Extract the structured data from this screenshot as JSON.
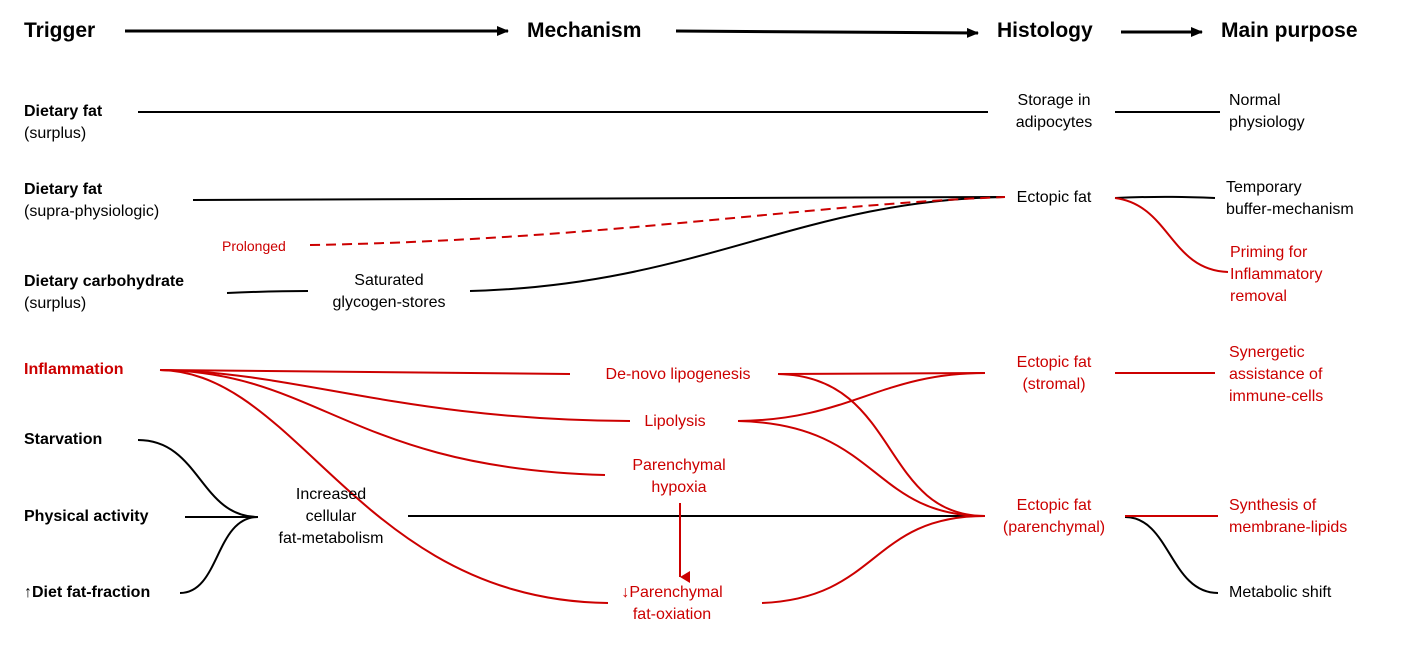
{
  "headers": {
    "trigger": "Trigger",
    "mechanism": "Mechanism",
    "histology": "Histology",
    "purpose": "Main purpose"
  },
  "triggers": {
    "dietary_fat_surplus": {
      "title": "Dietary fat",
      "sub": "(surplus)"
    },
    "dietary_fat_supra": {
      "title": "Dietary fat",
      "sub": "(supra-physiologic)"
    },
    "prolonged": "Prolonged",
    "dietary_carb": {
      "title": "Dietary carbohydrate",
      "sub": "(surplus)"
    },
    "inflammation": "Inflammation",
    "starvation": "Starvation",
    "physical_activity": "Physical activity",
    "diet_fat_fraction": "↑Diet fat-fraction"
  },
  "mechanisms": {
    "saturated_glycogen": [
      "Saturated",
      "glycogen-stores"
    ],
    "de_novo": "De-novo lipogenesis",
    "lipolysis": "Lipolysis",
    "parenchymal_hypoxia": [
      "Parenchymal",
      "hypoxia"
    ],
    "increased_metabolism": [
      "Increased",
      "cellular",
      "fat-metabolism"
    ],
    "fat_oxidation": [
      "↓Parenchymal",
      "fat-oxiation"
    ]
  },
  "histology": {
    "storage": [
      "Storage in",
      "adipocytes"
    ],
    "ectopic": "Ectopic fat",
    "ectopic_stromal": [
      "Ectopic fat",
      "(stromal)"
    ],
    "ectopic_parenchymal": [
      "Ectopic fat",
      "(parenchymal)"
    ]
  },
  "purposes": {
    "normal": [
      "Normal",
      "physiology"
    ],
    "temporary": [
      "Temporary",
      "buffer-mechanism"
    ],
    "priming": [
      "Priming for",
      "Inflammatory",
      "removal"
    ],
    "synergetic": [
      "Synergetic",
      "assistance of",
      "immune-cells"
    ],
    "synthesis": [
      "Synthesis of",
      "membrane-lipids"
    ],
    "metabolic": "Metabolic shift"
  },
  "colors": {
    "black": "#000000",
    "red": "#cc0000"
  }
}
